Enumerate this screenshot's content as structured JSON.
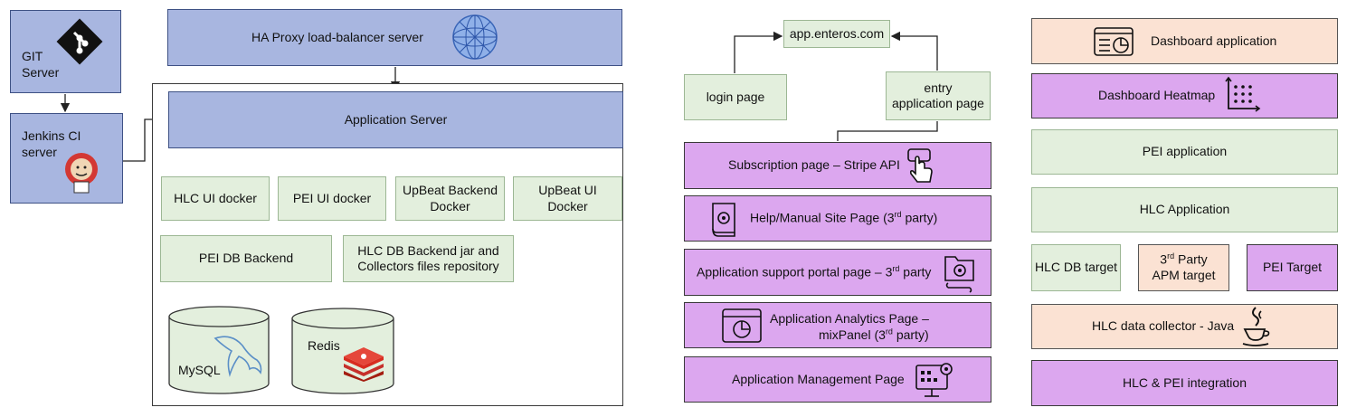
{
  "left": {
    "git_server": "GIT\nServer",
    "jenkins": "Jenkins CI\nserver",
    "haproxy": "HA Proxy load-balancer server",
    "app_server": "Application Server",
    "hlc_ui": "HLC UI docker",
    "pei_ui": "PEI UI docker",
    "upbeat_backend": "UpBeat Backend\nDocker",
    "upbeat_ui": "UpBeat UI\nDocker",
    "pei_db": "PEI DB Backend",
    "hlc_db": "HLC DB Backend jar and\nCollectors files repository",
    "mysql": "MySQL",
    "redis": "Redis"
  },
  "middle": {
    "app_url": "app.enteros.com",
    "login": "login page",
    "entry": "entry\napplication page",
    "subscription": "Subscription page – Stripe API",
    "help_pre": "Help/Manual Site Page (3",
    "help_sup": "rd",
    "help_post": " party)",
    "support_pre": "Application support portal page – 3",
    "support_sup": "rd",
    "support_post": " party",
    "analytics_line1": "Application Analytics Page –",
    "analytics_pre": "mixPanel (3",
    "analytics_sup": "rd",
    "analytics_post": " party)",
    "management": "Application Management Page"
  },
  "right": {
    "dashboard_app": "Dashboard application",
    "dashboard_heatmap": "Dashboard Heatmap",
    "pei_app": "PEI application",
    "hlc_app": "HLC Application",
    "hlc_db_target": "HLC DB target",
    "apm_pre": "3",
    "apm_sup": "rd",
    "apm_post": " Party\nAPM target",
    "pei_target": "PEI Target",
    "hlc_collector": "HLC data collector - Java",
    "hlc_pei": "HLC & PEI integration"
  },
  "colors": {
    "blue_fill": "#a8b6e0",
    "green_fill": "#e3efdd",
    "purple_fill": "#dca7ef",
    "peach_fill": "#fbe2d3"
  },
  "icons": [
    "git-icon",
    "jenkins-icon",
    "network-globe-icon",
    "mysql-dolphin-icon",
    "redis-icon",
    "hand-pointer-icon",
    "manual-book-icon",
    "support-folder-icon",
    "analytics-window-icon",
    "management-monitor-icon",
    "dashboard-icon",
    "heatmap-icon",
    "java-icon"
  ]
}
